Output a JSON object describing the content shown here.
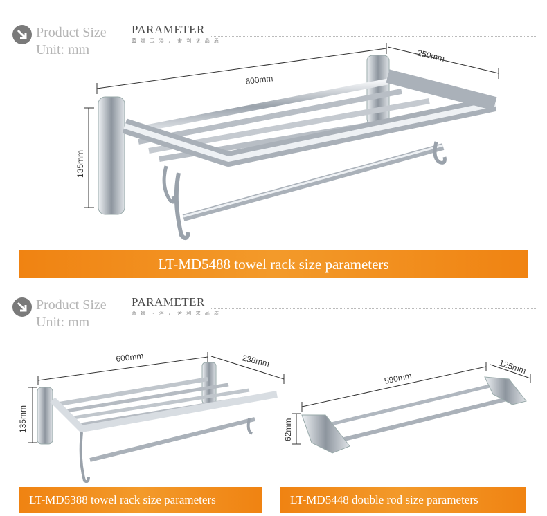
{
  "header": {
    "product_size": "Product Size",
    "unit": "Unit: mm",
    "parameter": "PARAMETER",
    "parameter_sub": "蓝 娜 卫 浴 ， 舍 利 求 品 质"
  },
  "products": [
    {
      "dims": {
        "length": "600mm",
        "depth": "250mm",
        "height": "135mm"
      },
      "banner": "LT-MD5488 towel rack size parameters"
    },
    {
      "dims": {
        "length": "600mm",
        "depth": "238mm",
        "height": "135mm"
      },
      "banner": "LT-MD5388 towel rack size parameters"
    },
    {
      "dims": {
        "length": "590mm",
        "depth": "125mm",
        "height": "62mm"
      },
      "banner": "LT-MD5448 double rod size parameters"
    }
  ],
  "colors": {
    "banner": "#f08312",
    "chrome": "#c8ccd2"
  }
}
